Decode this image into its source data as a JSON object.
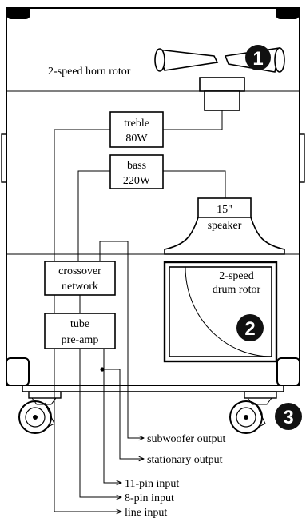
{
  "labels": {
    "horn_rotor": "2-speed horn rotor",
    "treble": "treble",
    "treble_power": "80W",
    "bass": "bass",
    "bass_power": "220W",
    "speaker_size": "15\"",
    "speaker": "speaker",
    "crossover_1": "crossover",
    "crossover_2": "network",
    "drum_rotor_1": "2-speed",
    "drum_rotor_2": "drum rotor",
    "preamp_1": "tube",
    "preamp_2": "pre-amp",
    "subwoofer_output": "subwoofer output",
    "stationary_output": "stationary output",
    "pin11_input": "11-pin input",
    "pin8_input": "8-pin input",
    "line_input": "line input"
  },
  "callouts": {
    "horn": "1",
    "drum": "2",
    "casters": "3"
  },
  "colors": {
    "ink": "#000000",
    "paper": "#ffffff",
    "callout_fill": "#111111"
  }
}
